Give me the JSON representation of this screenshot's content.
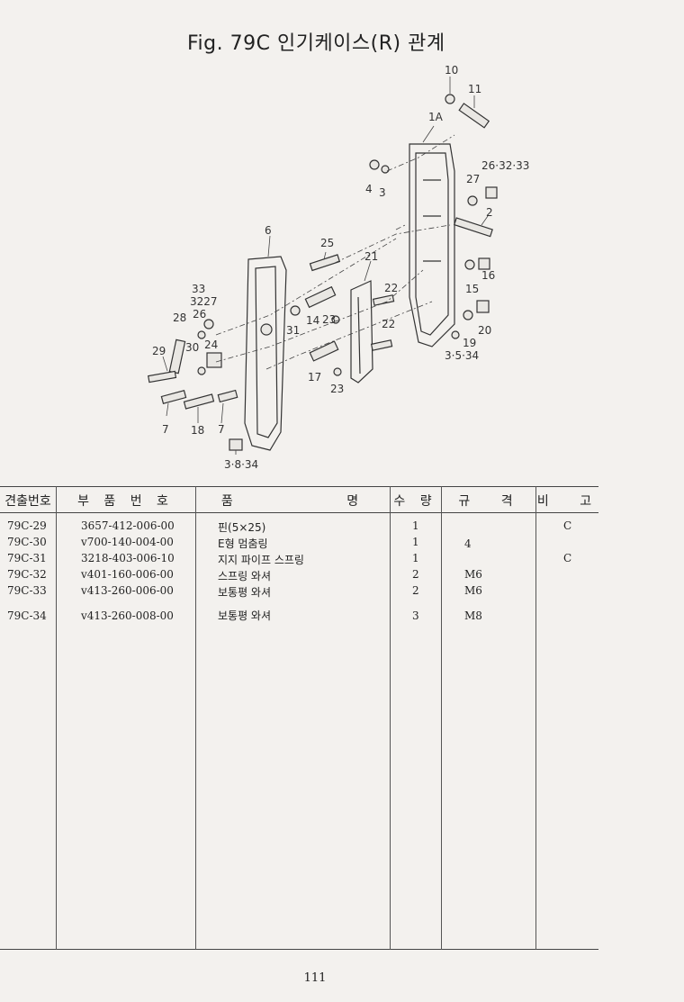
{
  "figure": {
    "title": "Fig. 79C  인기케이스(R) 관계",
    "callouts": {
      "c10": "10",
      "c11": "11",
      "c1a": "1A",
      "c4": "4",
      "c3": "3",
      "c26": "26·32·33",
      "c27": "27",
      "c2": "2",
      "c6": "6",
      "c25": "25",
      "c21": "21",
      "c16": "16",
      "c15": "15",
      "c33": "33",
      "c3227": "3227",
      "c26b": "26",
      "c28": "28",
      "c22a": "22",
      "c31": "31",
      "c14": "14",
      "c23a": "23",
      "c22b": "22",
      "c20": "20",
      "c30": "30",
      "c24": "24",
      "c19": "19",
      "c29": "29",
      "c3534": "3·5·34",
      "c17": "17",
      "c23b": "23",
      "c7a": "7",
      "c18": "18",
      "c7b": "7",
      "c3834": "3·8·34"
    }
  },
  "table": {
    "headers": {
      "no": "견출번호",
      "part_no": "부 품 번 호",
      "name": "품 명",
      "qty": "수 량",
      "spec": "규 격",
      "remarks": "비 고"
    },
    "rows": [
      {
        "no": "79C-29",
        "part_no": "3657-412-006-00",
        "name": "핀(5×25)",
        "qty": "1",
        "spec": "",
        "remarks": "C"
      },
      {
        "no": "79C-30",
        "part_no": "v700-140-004-00",
        "name": "E형 멈춤링",
        "qty": "1",
        "spec": "4",
        "remarks": ""
      },
      {
        "no": "79C-31",
        "part_no": "3218-403-006-10",
        "name": "지지 파이프 스프링",
        "qty": "1",
        "spec": "",
        "remarks": "C"
      },
      {
        "no": "79C-32",
        "part_no": "v401-160-006-00",
        "name": "스프링 와셔",
        "qty": "2",
        "spec": "M6",
        "remarks": ""
      },
      {
        "no": "79C-33",
        "part_no": "v413-260-006-00",
        "name": "보통평 와셔",
        "qty": "2",
        "spec": "M6",
        "remarks": ""
      },
      {
        "no": "79C-34",
        "part_no": "v413-260-008-00",
        "name": "보통평 와셔",
        "qty": "3",
        "spec": "M8",
        "remarks": ""
      }
    ]
  },
  "page_number": "111"
}
